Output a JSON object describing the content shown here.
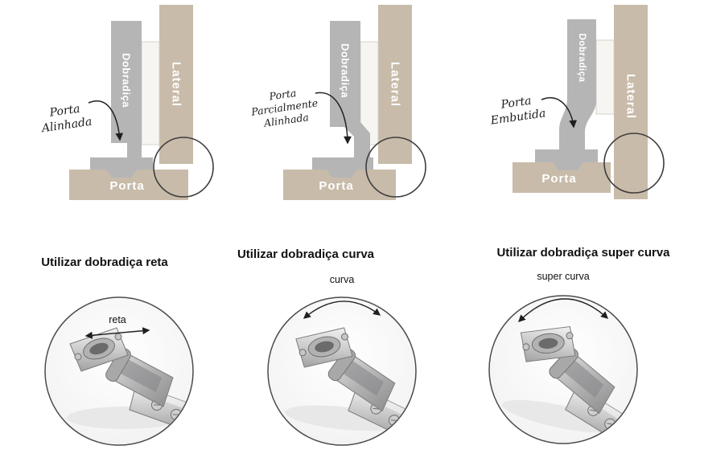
{
  "colors": {
    "panel_tan": "#c8bba9",
    "hinge_gray": "#b5b5b5",
    "ink": "#1f1f1f",
    "label_white": "#ffffff"
  },
  "columns": [
    {
      "annotation_lines": [
        "Porta",
        "Alinhada"
      ],
      "hinge_label": "Dobradiça",
      "lateral_label": "Lateral",
      "door_label": "Porta",
      "caption": "Utilizar dobradiça reta",
      "photo_label": "reta"
    },
    {
      "annotation_lines": [
        "Porta",
        "Parcialmente",
        "Alinhada"
      ],
      "hinge_label": "Dobradiça",
      "lateral_label": "Lateral",
      "door_label": "Porta",
      "caption": "Utilizar dobradiça curva",
      "photo_label": "curva"
    },
    {
      "annotation_lines": [
        "Porta",
        "Embutida"
      ],
      "hinge_label": "Dobradiça",
      "lateral_label": "Lateral",
      "door_label": "Porta",
      "caption": "Utilizar dobradiça super curva",
      "photo_label": "super curva"
    }
  ]
}
